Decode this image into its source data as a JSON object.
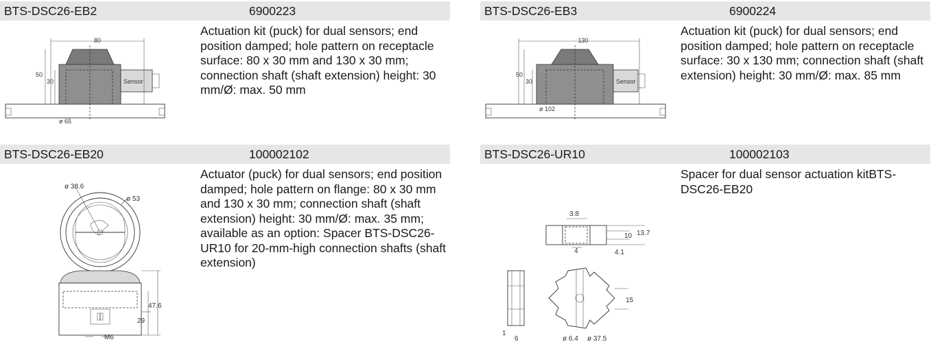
{
  "products": [
    {
      "name": "BTS-DSC26-EB2",
      "order_code": "6900223",
      "description": "Actuation kit (puck) for dual sensors; end position damped; hole pattern on receptacle surface: 80 x 30 mm and 130 x 30 mm; connection shaft (shaft extension) height: 30 mm/Ø: max. 50 mm",
      "drawing": {
        "dim_width": "80",
        "dim_height_outer": "50",
        "dim_height_inner": "30",
        "dim_diameter": "ø 65",
        "sensor_label": "Sensor"
      }
    },
    {
      "name": "BTS-DSC26-EB3",
      "order_code": "6900224",
      "description": "Actuation kit (puck) for dual sensors; end position damped; hole pattern on receptacle surface: 30 x 130 mm; connection shaft (shaft extension) height: 30 mm/Ø: max. 85 mm",
      "drawing": {
        "dim_width": "130",
        "dim_height_outer": "50",
        "dim_height_inner": "30",
        "dim_diameter": "ø 102",
        "sensor_label": "Sensor"
      }
    },
    {
      "name": "BTS-DSC26-EB20",
      "order_code": "100002102",
      "description": "Actuator (puck) for dual sensors; end position damped; hole pattern on flange: 80 x 30 mm and 130 x 30 mm; connection shaft (shaft extension) height: 30 mm/Ø: max. 35 mm; available as an option: Spacer BTS-DSC26-UR10 for 20-mm-high connection shafts (shaft extension)",
      "drawing": {
        "dim_d1": "ø 38.6",
        "dim_d2": "ø 53",
        "dim_h1": "47.6",
        "dim_h2": "29",
        "dim_thread": "M6"
      }
    },
    {
      "name": "BTS-DSC26-UR10",
      "order_code": "100002103",
      "description": "Spacer for dual sensor actuation kitBTS-DSC26-EB20",
      "drawing": {
        "dim_a": "3.8",
        "dim_b": "10",
        "dim_c": "13.7",
        "dim_d": "4",
        "dim_e": "4.1",
        "dim_f": "15",
        "dim_g": "1",
        "dim_h": "6",
        "dim_i": "ø 6.4",
        "dim_j": "ø 37.5"
      }
    }
  ]
}
